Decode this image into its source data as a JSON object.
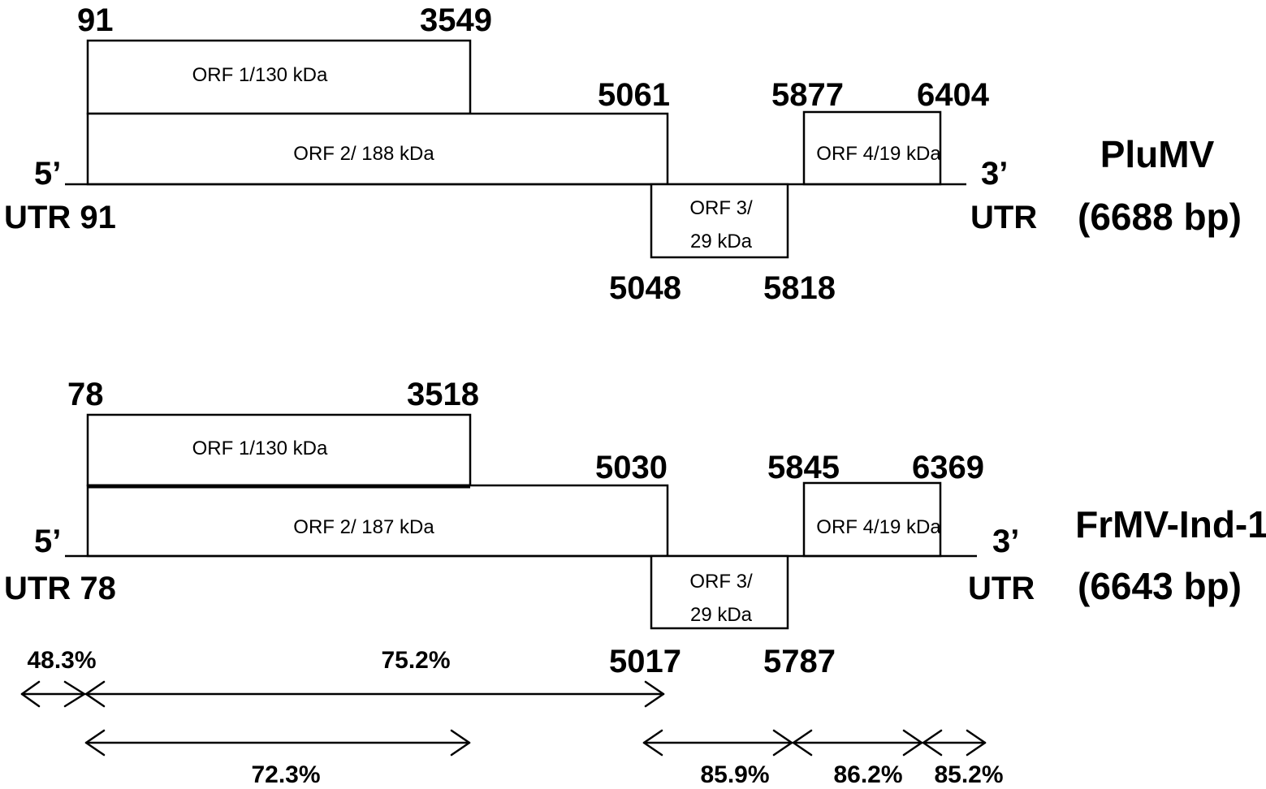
{
  "genomes": [
    {
      "name": "PluMV",
      "size": "(6688 bp)",
      "five_prime": "5’",
      "utr5": "UTR 91",
      "three_prime": "3’",
      "utr3": "UTR",
      "orf1": {
        "label": "ORF 1/130 kDa",
        "start": "91",
        "end": "3549"
      },
      "orf2": {
        "label": "ORF 2/ 188 kDa",
        "end": "5061"
      },
      "orf3": {
        "label_line1": "ORF 3/",
        "label_line2": "29 kDa",
        "start": "5048",
        "end": "5818"
      },
      "orf4": {
        "label": "ORF 4/19 kDa",
        "start": "5877",
        "end": "6404"
      }
    },
    {
      "name": "FrMV-Ind-1",
      "size": "(6643 bp)",
      "five_prime": "5’",
      "utr5": "UTR 78",
      "three_prime": "3’",
      "utr3": "UTR",
      "orf1": {
        "label": "ORF 1/130 kDa",
        "start": "78",
        "end": "3518"
      },
      "orf2": {
        "label": "ORF 2/ 187 kDa",
        "end": "5030"
      },
      "orf3": {
        "label_line1": "ORF 3/",
        "label_line2": "29 kDa",
        "start": "5017",
        "end": "5787"
      },
      "orf4": {
        "label": "ORF 4/19 kDa",
        "start": "5845",
        "end": "6369"
      }
    }
  ],
  "identities": {
    "utr5": "48.3%",
    "orf2": "75.2%",
    "orf1": "72.3%",
    "orf3": "85.9%",
    "orf4": "86.2%",
    "utr3": "85.2%"
  }
}
